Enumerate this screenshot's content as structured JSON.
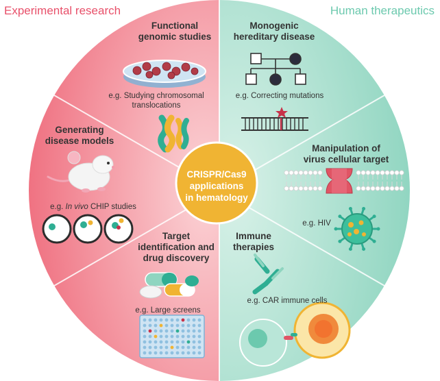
{
  "titles": {
    "left": "Experimental research",
    "right": "Human therapeutics"
  },
  "center": {
    "line1": "CRISPR/Cas9",
    "line2": "applications",
    "line3": "in hematology"
  },
  "segments": {
    "functional": {
      "title1": "Functional",
      "title2": "genomic studies",
      "example1": "e.g. Studying chromosomal",
      "example2": "translocations"
    },
    "models": {
      "title1": "Generating",
      "title2": "disease models",
      "example_prefix": "e.g.",
      "example_italic": "In vivo",
      "example_suffix": "CHIP studies"
    },
    "target": {
      "title1": "Target",
      "title2": "identification and",
      "title3": "drug discovery",
      "example": "e.g. Large screens"
    },
    "monogenic": {
      "title1": "Monogenic",
      "title2": "hereditary disease",
      "example": "e.g. Correcting mutations"
    },
    "virus": {
      "title1": "Manipulation of",
      "title2": "virus cellular target",
      "example": "e.g. HIV"
    },
    "immune": {
      "title1": "Immune",
      "title2": "therapies",
      "example": "e.g. CAR immune cells"
    }
  },
  "colors": {
    "left_half": "#ef6f7f",
    "left_half_light": "#fbd3d6",
    "right_half": "#8fd5c0",
    "right_half_light": "#d8f1e8",
    "center_circle": "#f0b433",
    "left_title": "#e8506a",
    "right_title": "#6cc9ae",
    "star": "#c8324a"
  },
  "icons": {
    "functional": "petri-dish-icon",
    "chromosomes": "chromosome-icon",
    "models": "mouse-icon",
    "cells": "cell-circles-icon",
    "target": "pills-icon",
    "plate": "well-plate-icon",
    "monogenic": "pedigree-icon",
    "dna": "dna-ladder-icon",
    "virus_target": "membrane-receptor-icon",
    "virus": "virus-icon",
    "immune": "antibody-icon",
    "car_cells": "immune-cells-icon"
  }
}
